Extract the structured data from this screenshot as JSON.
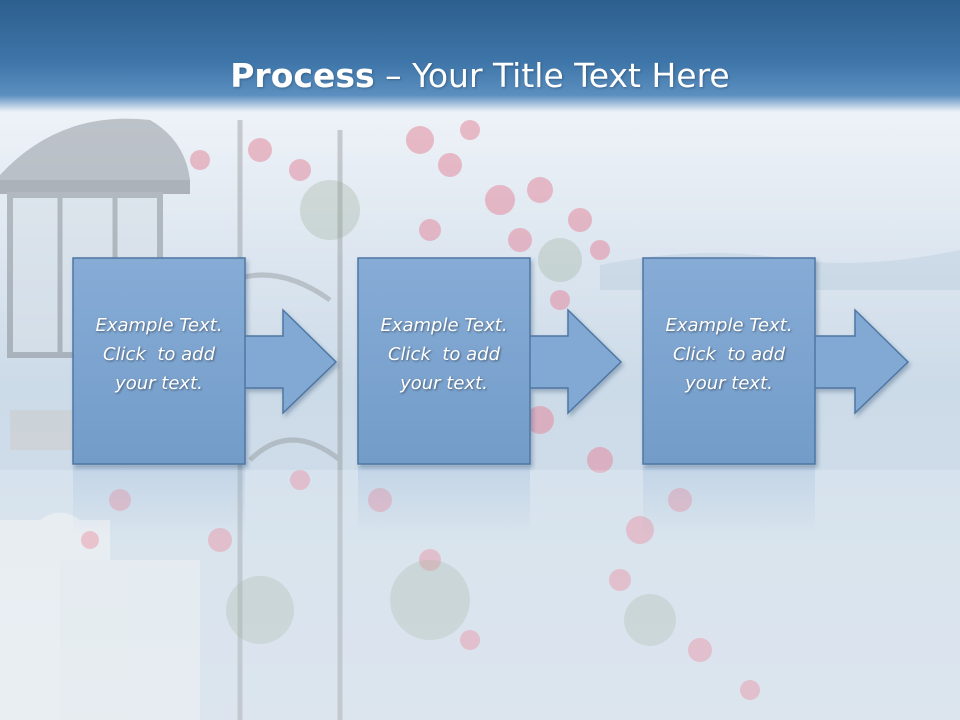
{
  "title": {
    "bold_part": "Process",
    "separator": " – ",
    "rest": "Your Title Text Here"
  },
  "steps": [
    {
      "line1": "Example Text.",
      "line2": "Click  to add",
      "line3": "your text."
    },
    {
      "line1": "Example Text.",
      "line2": "Click  to add",
      "line3": "your text."
    },
    {
      "line1": "Example Text.",
      "line2": "Click  to add",
      "line3": "your text."
    }
  ],
  "colors": {
    "title_bar": "#3e75a8",
    "box_fill": "#7fa6d2",
    "box_stroke": "#5077a3",
    "arrow_fill": "#82a9d4",
    "flower_pink": "#d9607c"
  },
  "icons": [
    "right-arrow-icon",
    "right-arrow-icon",
    "right-arrow-icon"
  ]
}
